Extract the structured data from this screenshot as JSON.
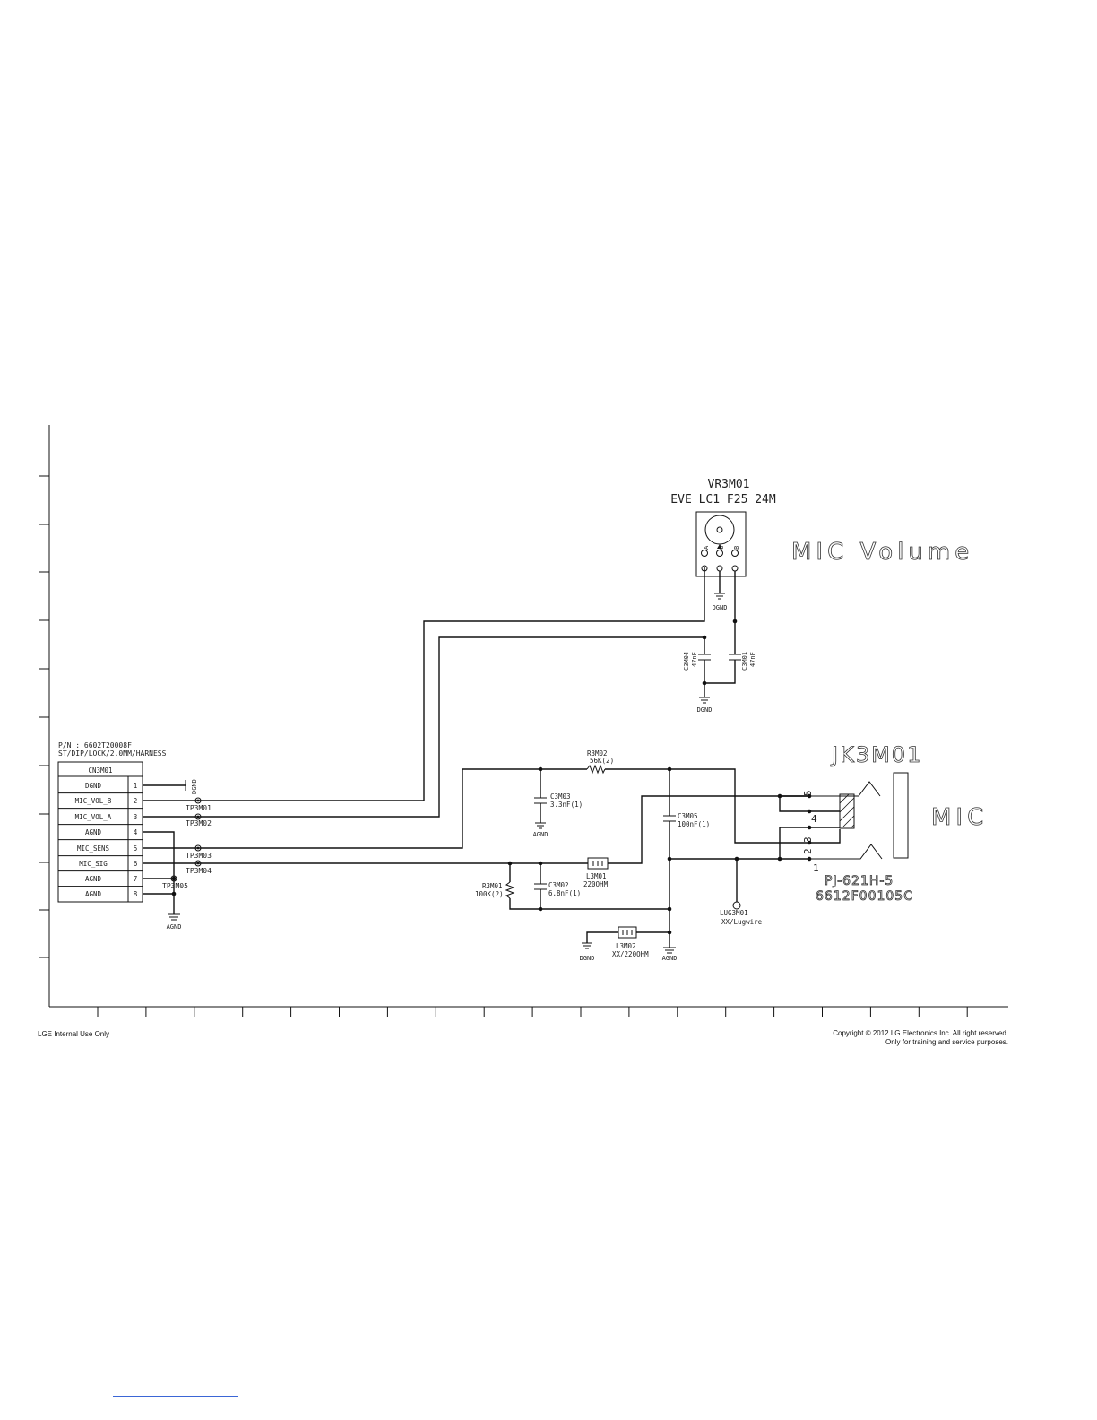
{
  "connector": {
    "pn": "P/N : 6602T20008F",
    "spec": "ST/DIP/LOCK/2.0MM/HARNESS",
    "ref": "CN3M01",
    "pins": [
      {
        "label": "DGND",
        "num": "1"
      },
      {
        "label": "MIC_VOL_B",
        "num": "2"
      },
      {
        "label": "MIC_VOL_A",
        "num": "3"
      },
      {
        "label": "AGND",
        "num": "4"
      },
      {
        "label": "MIC_SENS",
        "num": "5"
      },
      {
        "label": "MIC_SIG",
        "num": "6"
      },
      {
        "label": "AGND",
        "num": "7"
      },
      {
        "label": "AGND",
        "num": "8"
      }
    ],
    "pin1_net": "DGND",
    "gnd_label": "AGND"
  },
  "testpoints": [
    "TP3M01",
    "TP3M02",
    "TP3M03",
    "TP3M04",
    "TP3M05"
  ],
  "volume": {
    "ref": "VR3M01",
    "part": "EVE LC1 F25 24M",
    "pins": [
      "A",
      "G",
      "B"
    ],
    "gnd_label": "DGND",
    "title": "MIC Volume"
  },
  "caps_top": [
    {
      "ref": "C3M04",
      "value": "47nF"
    },
    {
      "ref": "C3M01",
      "value": "47nF"
    }
  ],
  "caps_top_gnd": "DGND",
  "resistor_series": {
    "ref": "R3M02",
    "value": "56K(2)"
  },
  "cap_c3m03": {
    "ref": "C3M03",
    "value": "3.3nF(1)",
    "gnd": "AGND"
  },
  "cap_c3m05": {
    "ref": "C3M05",
    "value": "100nF(1)"
  },
  "resistor_shunt": {
    "ref": "R3M01",
    "value": "100K(2)"
  },
  "cap_c3m02": {
    "ref": "C3M02",
    "value": "6.8nF(1)"
  },
  "ferrite_l3m01": {
    "ref": "L3M01",
    "value": "220OHM"
  },
  "ferrite_l3m02": {
    "ref": "L3M02",
    "value": "XX/220OHM"
  },
  "grounds_bottom": {
    "left": "DGND",
    "right": "AGND"
  },
  "lug": {
    "ref": "LUG3M01",
    "value": "XX/Lugwire"
  },
  "jack": {
    "ref": "JK3M01",
    "pin_numbers": [
      "5",
      "4",
      "3",
      "2",
      "1"
    ],
    "part": "PJ-621H-5",
    "pn": "6612F00105C",
    "title": "MIC"
  },
  "footer": {
    "left": "LGE Internal Use Only",
    "right_line1": "Copyright © 2012 LG Electronics Inc. All right reserved.",
    "right_line2": "Only for training and service purposes."
  }
}
